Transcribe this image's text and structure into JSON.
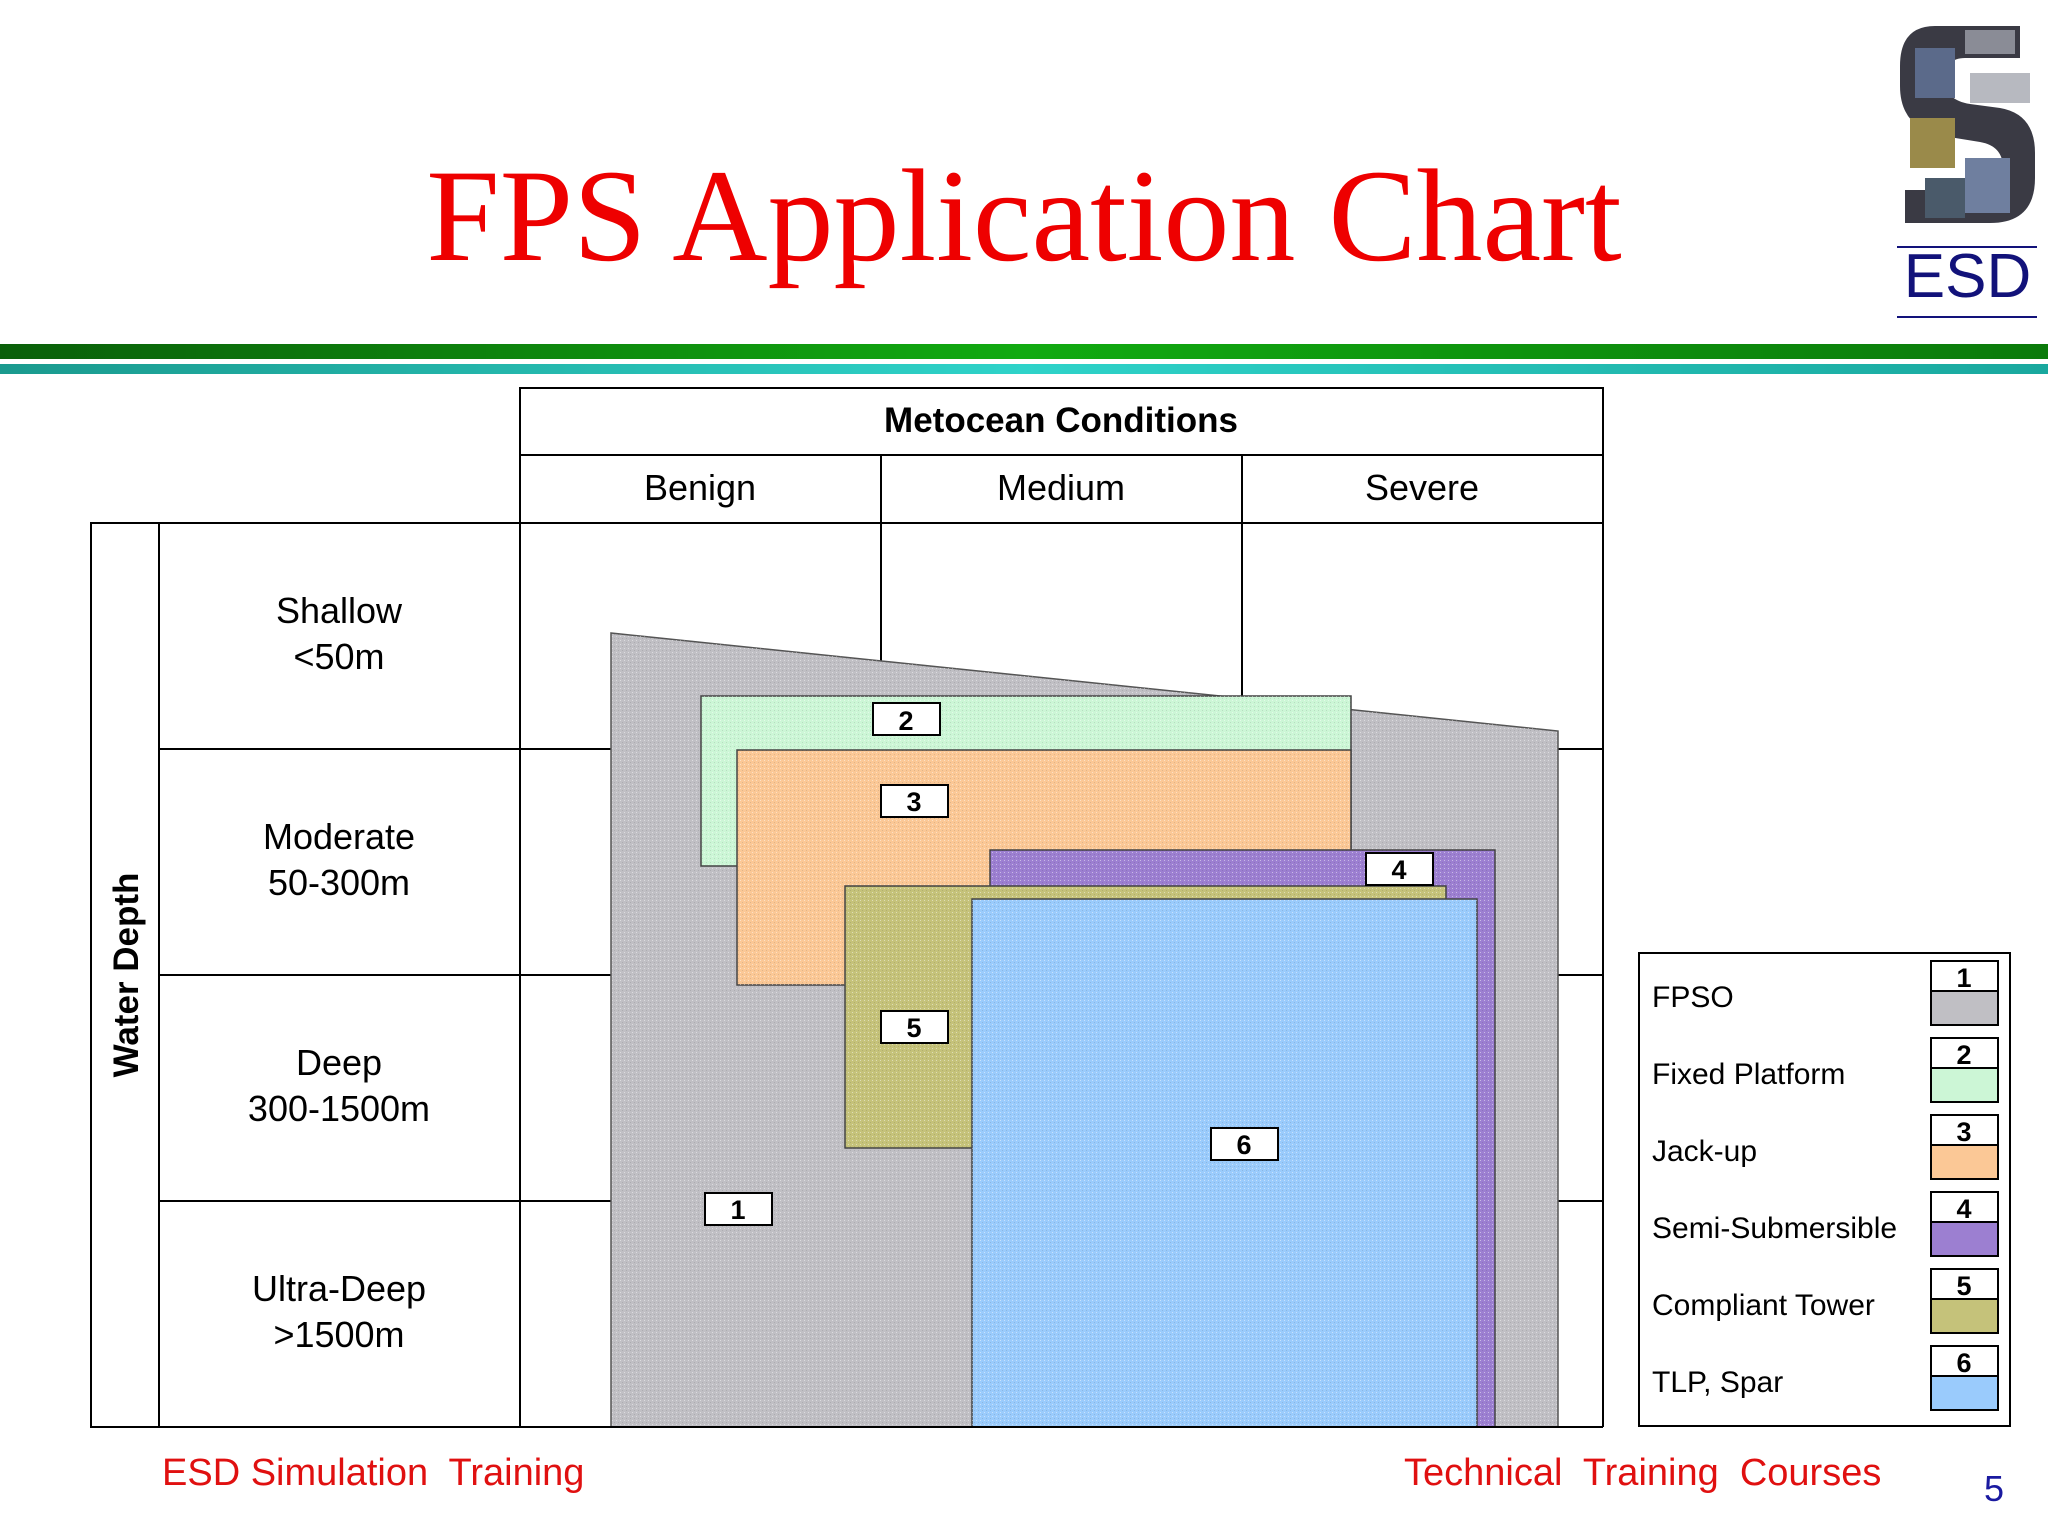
{
  "title": "FPS Application Chart",
  "logo": {
    "text": "ESD"
  },
  "footer": {
    "left": "ESD Simulation  Training",
    "right": "Technical  Training  Courses",
    "page": "5"
  },
  "chart": {
    "header": "Metocean Conditions",
    "columns": [
      "Benign",
      "Medium",
      "Severe"
    ],
    "row_axis_label": "Water Depth",
    "rows": [
      {
        "name": "Shallow",
        "range": "<50m"
      },
      {
        "name": "Moderate",
        "range": "50-300m"
      },
      {
        "name": "Deep",
        "range": "300-1500m"
      },
      {
        "name": "Ultra-Deep",
        "range": ">1500m"
      }
    ],
    "regions": [
      {
        "id": "1",
        "label": "1",
        "color": "#c0bfc4"
      },
      {
        "id": "2",
        "label": "2",
        "color": "#ccf6d6"
      },
      {
        "id": "3",
        "label": "3",
        "color": "#fbc896"
      },
      {
        "id": "4",
        "label": "4",
        "color": "#9c7fd1"
      },
      {
        "id": "5",
        "label": "5",
        "color": "#c5c27a"
      },
      {
        "id": "6",
        "label": "6",
        "color": "#9acbfc"
      }
    ]
  },
  "legend": [
    {
      "num": "1",
      "name": "FPSO",
      "color": "#c0bfc4"
    },
    {
      "num": "2",
      "name": "Fixed Platform",
      "color": "#ccf6d6"
    },
    {
      "num": "3",
      "name": "Jack-up",
      "color": "#fbc896"
    },
    {
      "num": "4",
      "name": "Semi-Submersible",
      "color": "#9c7fd1"
    },
    {
      "num": "5",
      "name": "Compliant Tower",
      "color": "#c5c27a"
    },
    {
      "num": "6",
      "name": "TLP, Spar",
      "color": "#9acbfc"
    }
  ]
}
